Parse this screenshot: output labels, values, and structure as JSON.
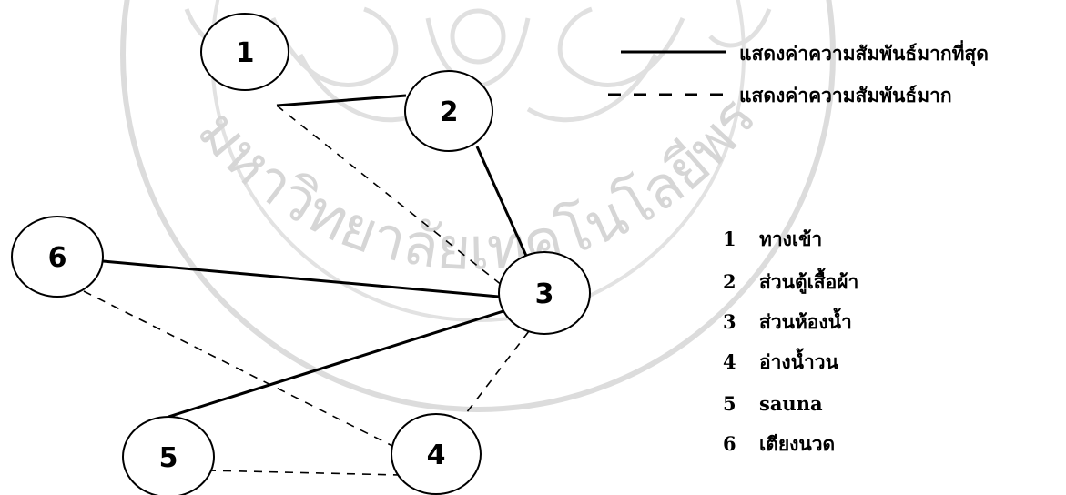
{
  "diagram": {
    "nodes": [
      {
        "id": "1",
        "label": "1"
      },
      {
        "id": "2",
        "label": "2"
      },
      {
        "id": "3",
        "label": "3"
      },
      {
        "id": "4",
        "label": "4"
      },
      {
        "id": "5",
        "label": "5"
      },
      {
        "id": "6",
        "label": "6"
      }
    ],
    "edges": [
      {
        "from": "1",
        "to": "2",
        "style": "solid"
      },
      {
        "from": "2",
        "to": "3",
        "style": "solid"
      },
      {
        "from": "6",
        "to": "3",
        "style": "solid"
      },
      {
        "from": "5",
        "to": "3",
        "style": "solid"
      },
      {
        "from": "1",
        "to": "3",
        "style": "dashed"
      },
      {
        "from": "6",
        "to": "4",
        "style": "dashed"
      },
      {
        "from": "3",
        "to": "4",
        "style": "dashed"
      },
      {
        "from": "5",
        "to": "4",
        "style": "dashed"
      }
    ]
  },
  "legend": {
    "solid_label": "แสดงค่าความสัมพันธ์มากที่สุด",
    "dashed_label": "แสดงค่าความสัมพันธ์มาก"
  },
  "key": [
    {
      "num": "1",
      "text": "ทางเข้า"
    },
    {
      "num": "2",
      "text": "ส่วนตู้เสื้อผ้า"
    },
    {
      "num": "3",
      "text": "ส่วนห้องน้ำ"
    },
    {
      "num": "4",
      "text": "อ่างน้ำวน"
    },
    {
      "num": "5",
      "text": "sauna"
    },
    {
      "num": "6",
      "text": "เตียงนวด"
    }
  ],
  "watermark": {
    "arc_text": "มหาวิทยาลัยเทคโนโลยีพระจอมเกล้าเจ้าคุณทหารลาดกระบัง",
    "color": "#d6d6d6"
  },
  "colors": {
    "line": "#000000",
    "node_fill": "#ffffff"
  }
}
